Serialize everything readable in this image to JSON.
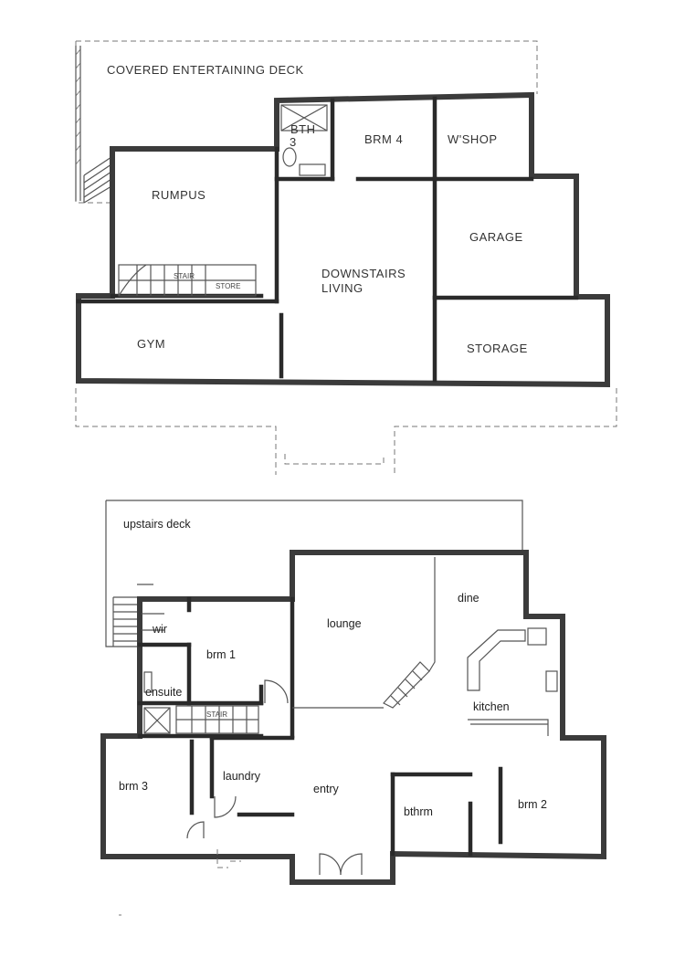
{
  "downstairs": {
    "rooms": {
      "deck": "COVERED ENTERTAINING DECK",
      "bath": "BTH",
      "bath_num": "3",
      "bedroom4": "BRM 4",
      "workshop": "W'SHOP",
      "rumpus": "RUMPUS",
      "garage": "GARAGE",
      "living_line1": "DOWNSTAIRS",
      "living_line2": "LIVING",
      "stair": "STAIR",
      "store": "STORE",
      "gym": "GYM",
      "storage": "STORAGE"
    }
  },
  "upstairs": {
    "rooms": {
      "deck": "upstairs deck",
      "dine": "dine",
      "lounge": "lounge",
      "wir": "wir",
      "bedroom1": "brm 1",
      "ensuite": "ensuite",
      "stair": "STAIR",
      "kitchen": "kitchen",
      "laundry": "laundry",
      "bedroom3": "brm 3",
      "entry": "entry",
      "bathroom": "bthrm",
      "bedroom2": "brm 2"
    }
  }
}
